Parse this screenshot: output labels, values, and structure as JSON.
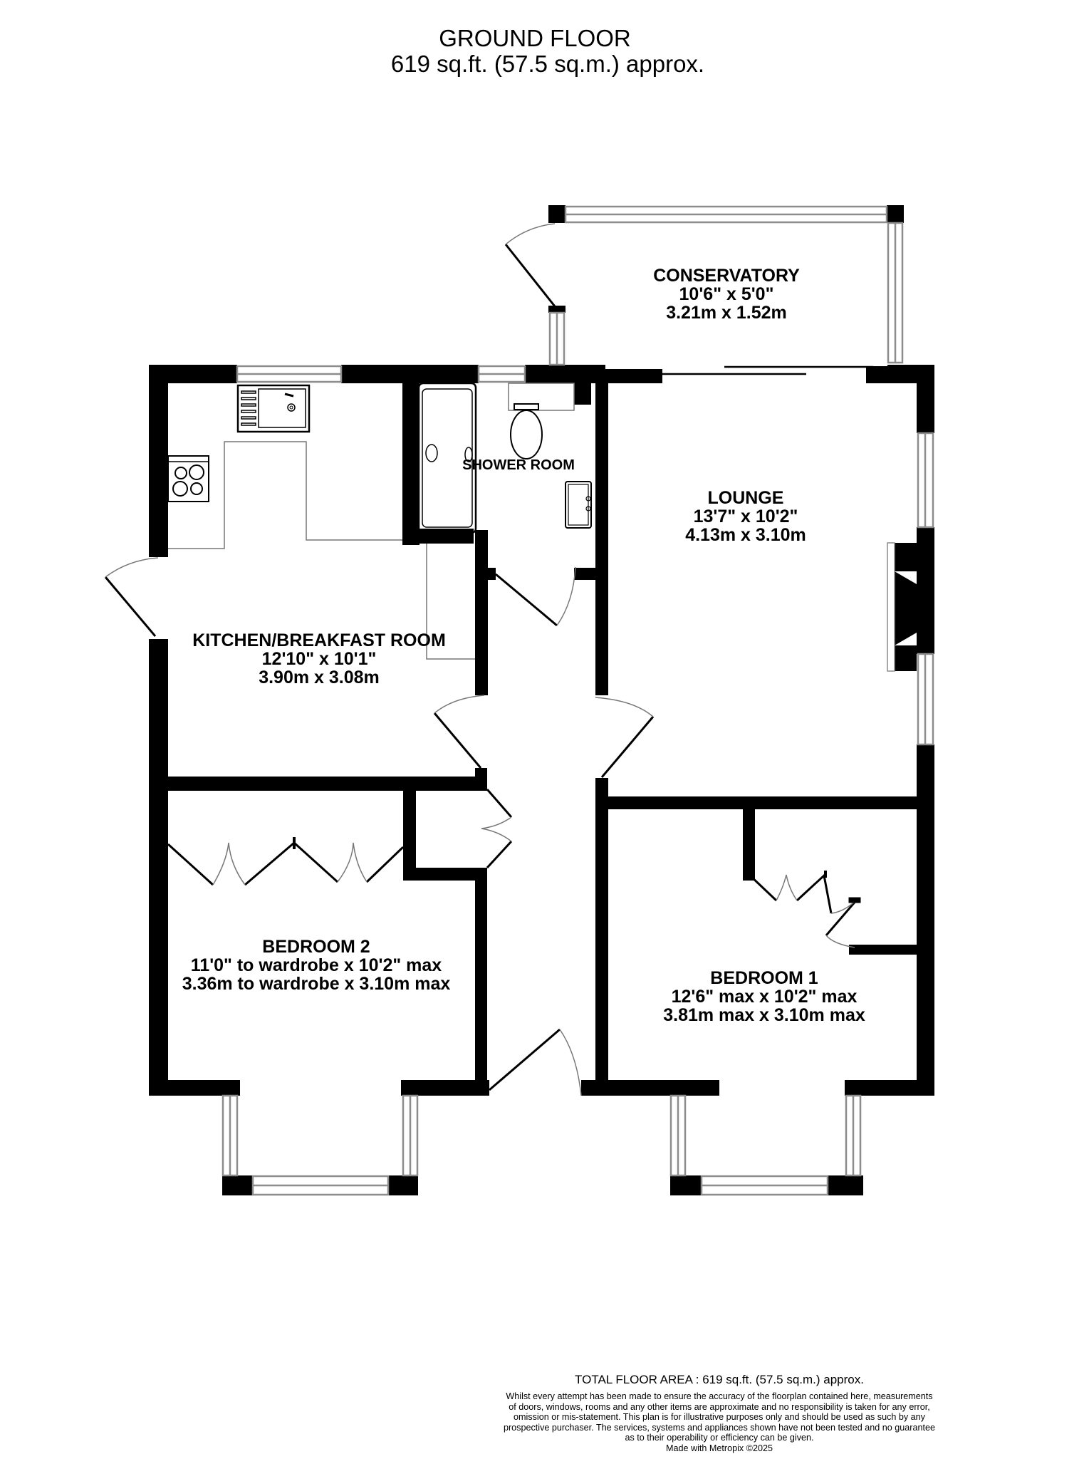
{
  "header": {
    "floor_title": "GROUND FLOOR",
    "floor_area": "619 sq.ft. (57.5 sq.m.) approx."
  },
  "rooms": {
    "conservatory": {
      "name": "CONSERVATORY",
      "imperial": "10'6\"  x 5'0\"",
      "metric": "3.21m  x 1.52m"
    },
    "kitchen": {
      "name": "KITCHEN/BREAKFAST ROOM",
      "imperial": "12'10\"  x 10'1\"",
      "metric": "3.90m  x 3.08m"
    },
    "shower_room": {
      "name": "SHOWER ROOM"
    },
    "lounge": {
      "name": "LOUNGE",
      "imperial": "13'7\"  x 10'2\"",
      "metric": "4.13m  x 3.10m"
    },
    "bedroom2": {
      "name": "BEDROOM 2",
      "imperial": "11'0\" to wardrobe  x 10'2\" max",
      "metric": "3.36m to wardrobe  x 3.10m max"
    },
    "bedroom1": {
      "name": "BEDROOM 1",
      "imperial": "12'6\" max x 10'2\" max",
      "metric": "3.81m max x 3.10m max"
    }
  },
  "footer": {
    "total_area": "TOTAL FLOOR AREA : 619 sq.ft. (57.5 sq.m.) approx.",
    "disclaimer_lines": [
      "Whilst every attempt has been made to ensure the accuracy of the floorplan contained here, measurements",
      "of doors, windows, rooms and any other items are approximate and no responsibility is taken for any error,",
      "omission or mis-statement. This plan is for illustrative purposes only and should be used as such by any",
      "prospective purchaser. The services, systems and appliances shown have not been tested and no guarantee",
      "as to their operability or efficiency can be given."
    ],
    "credit": "Made with Metropix ©2025"
  },
  "colors": {
    "wall": "#000000",
    "window_frame": "#8c8c8c",
    "background": "#ffffff"
  }
}
